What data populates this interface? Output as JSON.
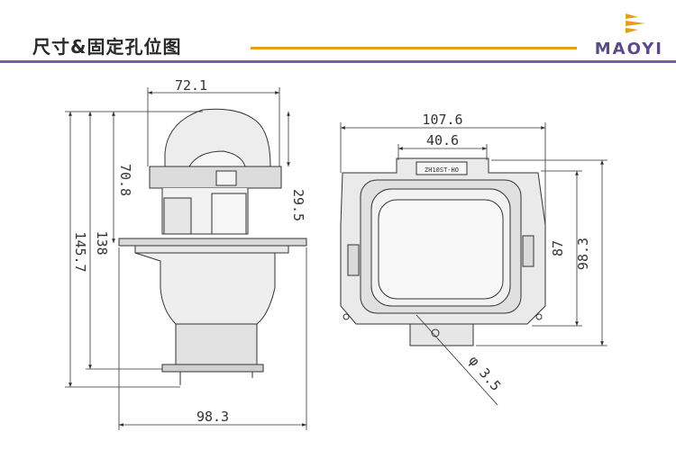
{
  "header": {
    "title": "尺寸&固定孔位图",
    "brand": "MAOYI",
    "accent_color": "#7b5aa8",
    "gold_color": "#e0a21c"
  },
  "side_view": {
    "width_top": "72.1",
    "height_lens": "70.8",
    "height_upper": "29.5",
    "height_138": "138",
    "height_total": "145.7",
    "width_bottom": "98.3"
  },
  "front_view": {
    "width_total": "107.6",
    "width_tab": "40.6",
    "height_87": "87",
    "height_total": "98.3",
    "hole_diameter": "φ 3.5",
    "part_code": "ZH10ST-HO"
  }
}
